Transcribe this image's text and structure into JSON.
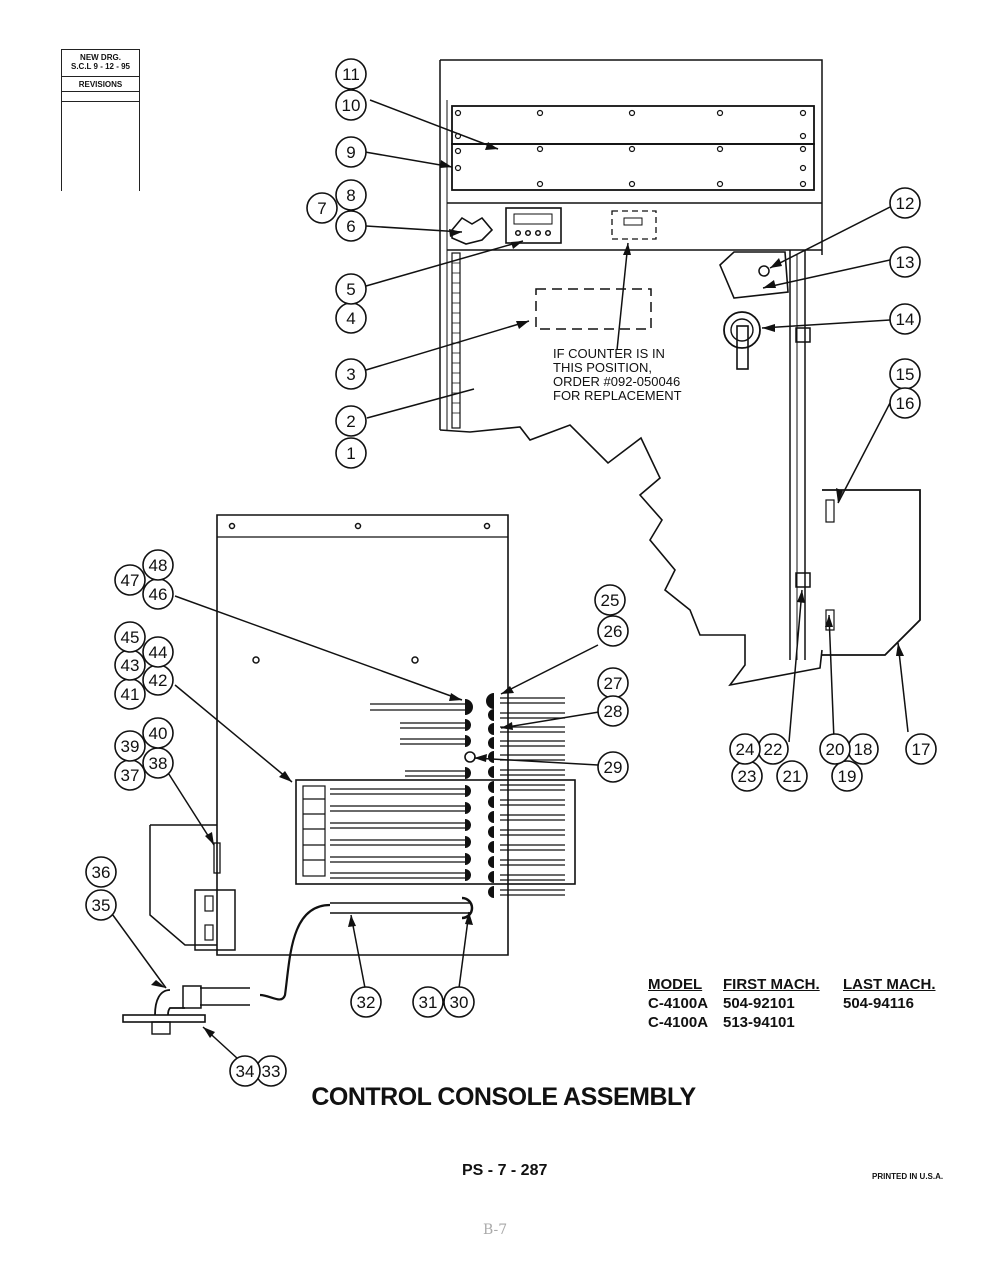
{
  "revision_block": {
    "new_drg_label": "NEW DRG.",
    "date_line": "S.C.L 9 - 12 - 95",
    "revisions_label": "REVISIONS"
  },
  "note": {
    "lines": [
      "IF COUNTER IS IN",
      "THIS POSITION,",
      "ORDER #092-050046",
      "FOR REPLACEMENT"
    ]
  },
  "callouts": [
    "1",
    "2",
    "3",
    "4",
    "5",
    "6",
    "7",
    "8",
    "9",
    "10",
    "11",
    "12",
    "13",
    "14",
    "15",
    "16",
    "17",
    "18",
    "19",
    "20",
    "21",
    "22",
    "23",
    "24",
    "25",
    "26",
    "27",
    "28",
    "29",
    "30",
    "31",
    "32",
    "33",
    "34",
    "35",
    "36",
    "37",
    "38",
    "39",
    "40",
    "41",
    "42",
    "43",
    "44",
    "45",
    "46",
    "47",
    "48"
  ],
  "model_table": {
    "headers": [
      "MODEL",
      "FIRST MACH.",
      "LAST MACH."
    ],
    "rows": [
      [
        "C-4100A",
        "504-92101",
        "504-94116"
      ],
      [
        "C-4100A",
        "513-94101",
        ""
      ]
    ]
  },
  "title": "CONTROL CONSOLE ASSEMBLY",
  "page_number": "PS - 7 - 287",
  "printed": "PRINTED IN U.S.A.",
  "footer_mark": "B-7"
}
